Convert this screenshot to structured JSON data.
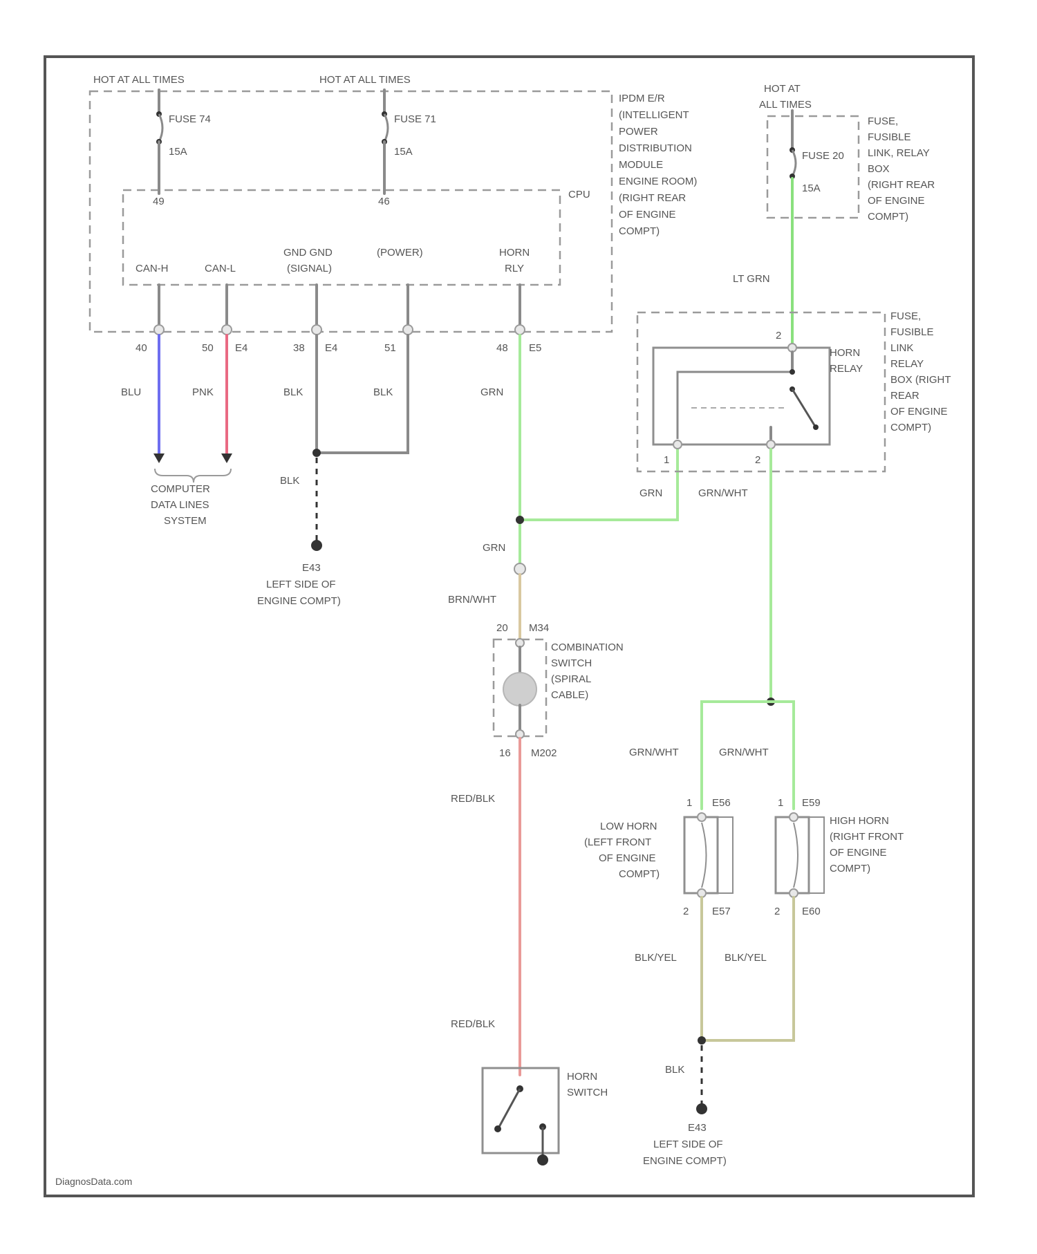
{
  "colors": {
    "blu": "#6e6ef0",
    "pnk": "#e96a83",
    "blk": "#8a8a8a",
    "grn": "#a6ea9a",
    "lt_grn": "#8ae07e",
    "brn_wht": "#d9c8a0",
    "red_blk": "#e99a98",
    "blk_yel": "#c7c79a",
    "frame": "#555555",
    "text": "#555555"
  },
  "top": {
    "hot_left": "HOT AT ALL TIMES",
    "hot_mid": "HOT AT ALL TIMES",
    "hot_right_1": "HOT AT",
    "hot_right_2": "ALL TIMES",
    "fuse_left": "FUSE 74",
    "fuse_left_amp": "15A",
    "fuse_mid": "FUSE 71",
    "fuse_mid_amp": "15A",
    "pin_left": "49",
    "pin_mid": "46",
    "fuse_right": "FUSE 20",
    "fuse_right_amp": "15A"
  },
  "ipdm": {
    "lines": [
      "IPDM E/R",
      "(INTELLIGENT",
      "POWER",
      "DISTRIBUTION",
      "MODULE",
      "ENGINE ROOM)",
      "(RIGHT REAR",
      "OF ENGINE",
      "COMPT)"
    ],
    "cpu": "CPU",
    "can_h": "CAN-H",
    "can_l": "CAN-L",
    "gnd_1": "GND GND",
    "gnd_2": "(SIGNAL)",
    "power": "(POWER)",
    "horn_1": "HORN",
    "horn_2": "RLY"
  },
  "fuse_box": {
    "lines": [
      "FUSE,",
      "FUSIBLE",
      "LINK, RELAY",
      "BOX",
      "(RIGHT REAR",
      "OF ENGINE",
      "COMPT)"
    ]
  },
  "relay": {
    "lines": [
      "FUSE,",
      "FUSIBLE",
      "LINK",
      "RELAY",
      "BOX (RIGHT",
      "REAR",
      "OF ENGINE",
      "COMPT)"
    ],
    "name_1": "HORN",
    "name_2": "RELAY",
    "pin_top": "2",
    "pin_left": "1",
    "pin_right": "2"
  },
  "pins": {
    "p1": "40",
    "p2": "50",
    "p2_conn": "E4",
    "p3": "38",
    "p3_conn": "E4",
    "p4": "51",
    "p5": "48",
    "p5_conn": "E5"
  },
  "wires": {
    "blu": "BLU",
    "pnk": "PNK",
    "blk_a": "BLK",
    "blk_b": "BLK",
    "blk_c": "BLK",
    "grn_a": "GRN",
    "grn_b": "GRN",
    "grn_c": "GRN",
    "lt_grn": "LT GRN",
    "grn_wht_relay": "GRN/WHT",
    "brn_wht": "BRN/WHT",
    "red_blk_a": "RED/BLK",
    "red_blk_b": "RED/BLK",
    "grn_wht_low": "GRN/WHT",
    "grn_wht_high": "GRN/WHT",
    "blk_yel_low": "BLK/YEL",
    "blk_yel_high": "BLK/YEL",
    "blk_gnd": "BLK"
  },
  "computer": {
    "l1": "COMPUTER",
    "l2": "DATA LINES",
    "l3": "SYSTEM"
  },
  "ground_left": {
    "name": "E43",
    "l1": "LEFT SIDE OF",
    "l2": "ENGINE COMPT)"
  },
  "ground_right": {
    "name": "E43",
    "l1": "LEFT SIDE OF",
    "l2": "ENGINE COMPT)"
  },
  "combo": {
    "pin_top": "20",
    "conn_top": "M34",
    "pin_bot": "16",
    "conn_bot": "M202",
    "lines": [
      "COMBINATION",
      "SWITCH",
      "(SPIRAL",
      "CABLE)"
    ]
  },
  "low_horn": {
    "pin_top": "1",
    "conn_top": "E56",
    "pin_bot": "2",
    "conn_bot": "E57",
    "lines": [
      "LOW HORN",
      "(LEFT FRONT",
      "OF ENGINE",
      "COMPT)"
    ]
  },
  "high_horn": {
    "pin_top": "1",
    "conn_top": "E59",
    "pin_bot": "2",
    "conn_bot": "E60",
    "lines": [
      "HIGH HORN",
      "(RIGHT FRONT",
      "OF ENGINE",
      "COMPT)"
    ]
  },
  "horn_switch": {
    "l1": "HORN",
    "l2": "SWITCH"
  },
  "footer": {
    "brand": "DiagnosData.com"
  }
}
